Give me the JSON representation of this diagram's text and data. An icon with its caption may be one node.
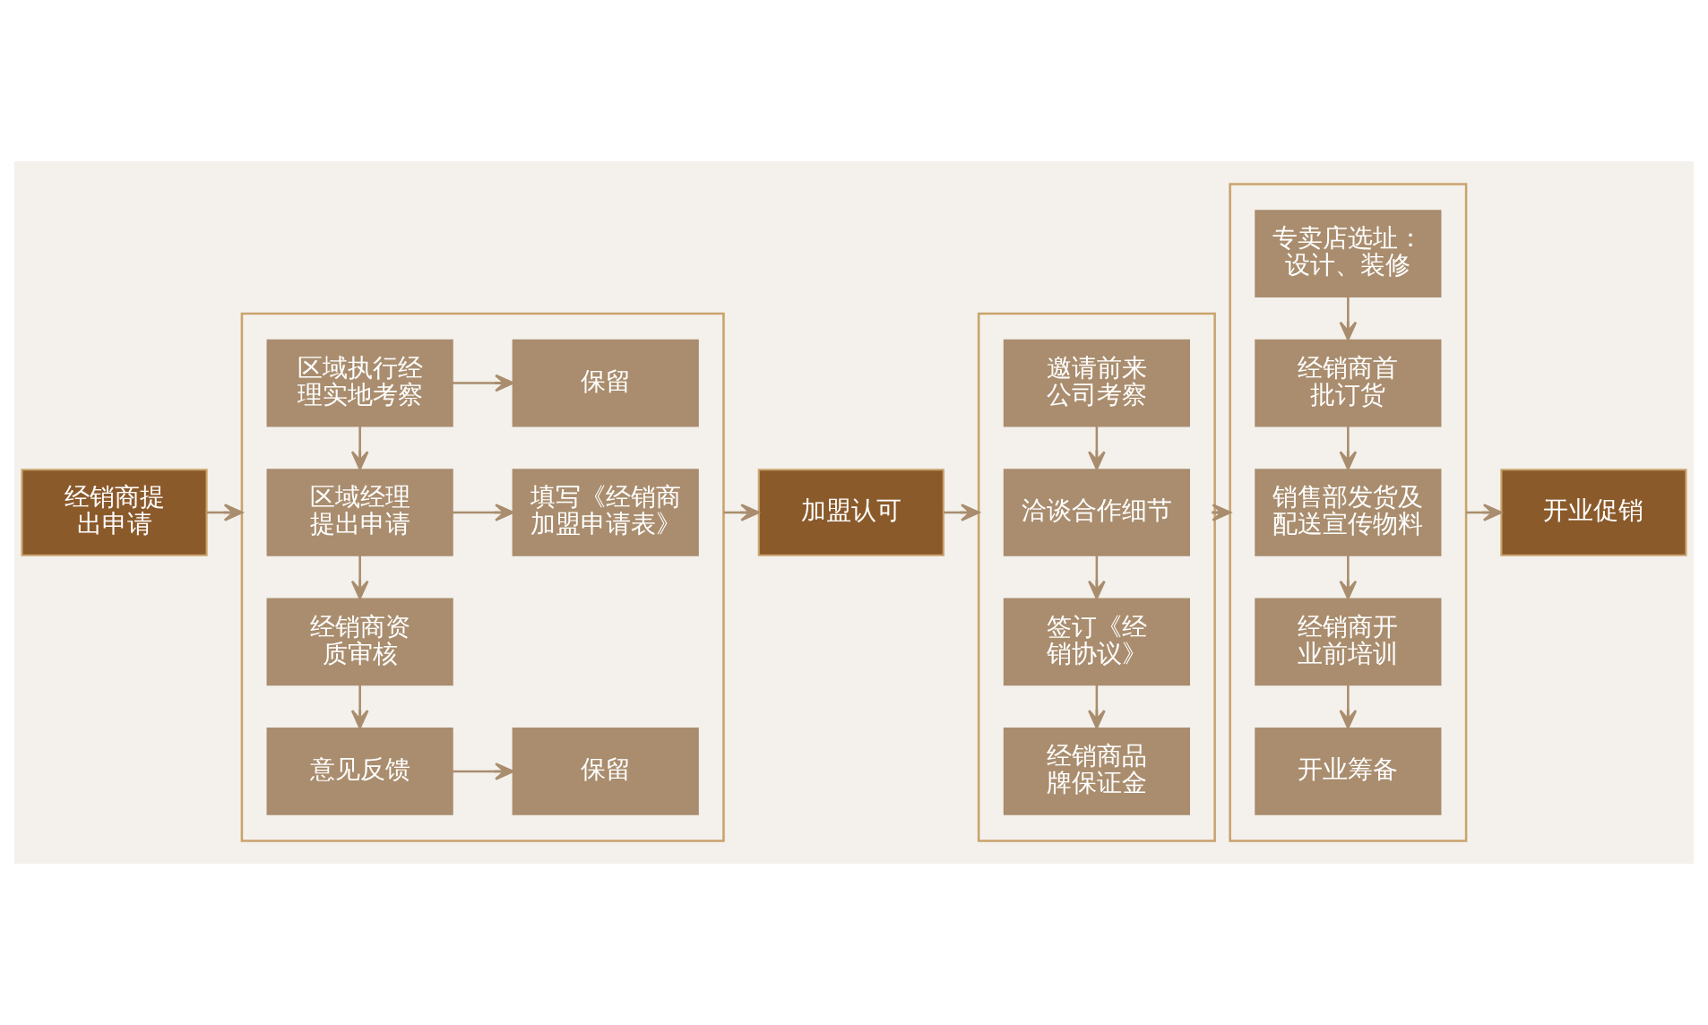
{
  "diagram": {
    "nodes": [
      {
        "text": [
          "经销商提出申请"
        ]
      },
      {
        "text": [],
        "shape": "box"
      },
      {
        "text": [
          "区域执行经理实地考察"
        ],
        "in": 1
      },
      {
        "text": [
          "保留"
        ],
        "in": 1
      },
      {
        "text": [
          "区域经理提出申请"
        ],
        "in": 1
      },
      {
        "text": [
          "填写《经销商加盟申请表》"
        ],
        "in": 1
      },
      {
        "text": [
          "经销商资质审核"
        ],
        "in": 1
      },
      {
        "text": [
          "意见反馈"
        ],
        "in": 1
      },
      {
        "text": [
          "保留"
        ],
        "in": 1
      },
      {
        "text": [
          "加盟认可"
        ]
      },
      {
        "text": [],
        "shape": "box"
      },
      {
        "text": [
          "邀请前来公司考察"
        ],
        "in": 10
      },
      {
        "text": [
          "洽谈合作细节"
        ],
        "in": 10
      },
      {
        "text": [
          "签订《经销协议》"
        ],
        "in": 10
      },
      {
        "text": [
          "经销商品牌保证金"
        ],
        "in": 10
      },
      {
        "text": [],
        "shape": "box"
      },
      {
        "text": [
          "专卖店选址：设计、装修"
        ],
        "in": 15
      },
      {
        "text": [
          "经销商首批订货"
        ],
        "in": 15
      },
      {
        "text": [
          "销售部发货及配送宣传物料"
        ],
        "in": 15
      },
      {
        "text": [
          "经销商开业前培训"
        ],
        "in": 15
      },
      {
        "text": [
          "开业筹备"
        ],
        "in": 15
      },
      {
        "text": [
          "开业促销"
        ]
      }
    ],
    "edges": [
      {
        "from": 0,
        "to": 1,
        "arrow": "to"
      },
      {
        "from": 2,
        "to": 3,
        "arrow": "to"
      },
      {
        "from": 2,
        "to": 4,
        "arrow": "to"
      },
      {
        "from": 4,
        "to": 5,
        "arrow": "to"
      },
      {
        "from": 4,
        "to": 6,
        "arrow": "to"
      },
      {
        "from": 6,
        "to": 7,
        "arrow": "to"
      },
      {
        "from": 7,
        "to": 8,
        "arrow": "to"
      },
      {
        "from": 1,
        "to": 9,
        "arrow": "to"
      },
      {
        "from": 9,
        "to": 10,
        "arrow": "to"
      },
      {
        "from": 11,
        "to": 12,
        "arrow": "to"
      },
      {
        "from": 12,
        "to": 13,
        "arrow": "to"
      },
      {
        "from": 13,
        "to": 14,
        "arrow": "to"
      },
      {
        "from": 10,
        "to": 15,
        "arrow": "to"
      },
      {
        "from": 16,
        "to": 17,
        "arrow": "to"
      },
      {
        "from": 17,
        "to": 18,
        "arrow": "to"
      },
      {
        "from": 18,
        "to": 19,
        "arrow": "to"
      },
      {
        "from": 19,
        "to": 20,
        "arrow": "to"
      },
      {
        "from": 15,
        "to": 21,
        "arrow": "to"
      }
    ]
  }
}
